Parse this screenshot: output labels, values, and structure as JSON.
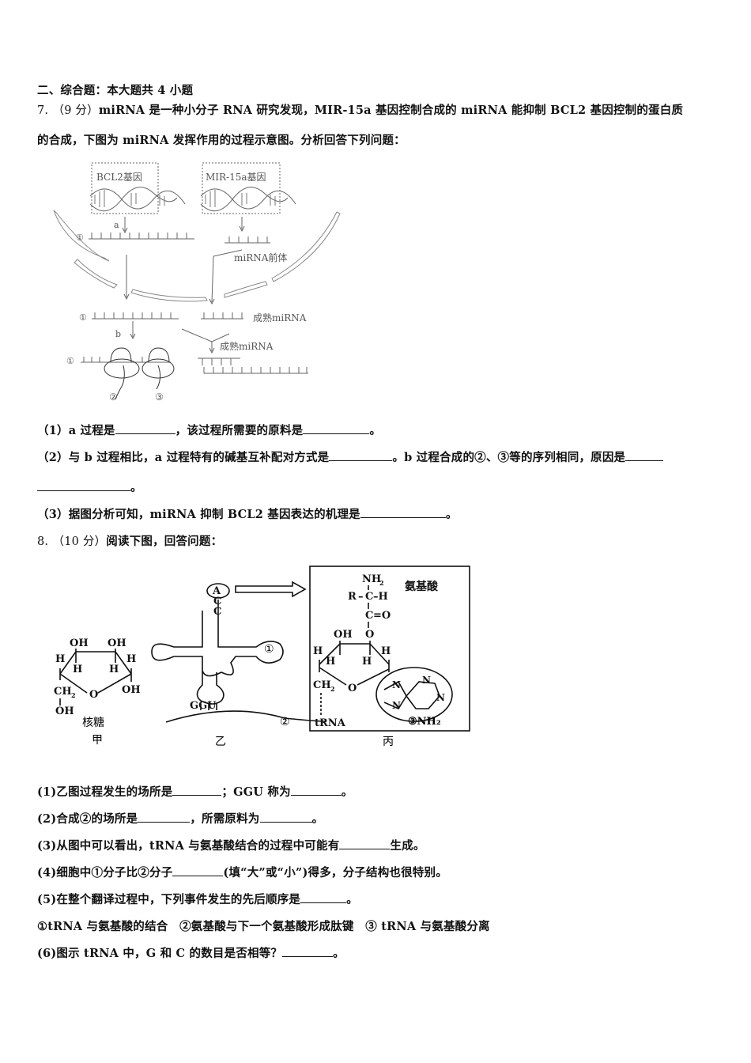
{
  "section": {
    "title": "二、综合题：本大题共 4 小题"
  },
  "q7": {
    "number": "7.",
    "score": "（9 分）",
    "stem_line1": "miRNA 是一种小分子 RNA 研究发现，MIR-15a 基因控制合成的 miRNA 能抑制 BCL2 基因控制的蛋白质",
    "stem_line2": "的合成，下图为 miRNA 发挥作用的过程示意图。分析回答下列问题：",
    "figure": {
      "gene_left": "BCL2基因",
      "gene_right": "MIR-15a基因",
      "label_a": "a",
      "label_b": "b",
      "label_1": "①",
      "label_2": "②",
      "label_3": "③",
      "precursor": "miRNA前体",
      "mature1": "成熟miRNA",
      "mature2": "成熟miRNA"
    },
    "sub1": {
      "prefix": "（1）a 过程是",
      "mid": "，该过程所需要的原料是",
      "end": "。"
    },
    "sub2": {
      "prefix": "（2）与 b 过程相比，a 过程特有的碱基互补配对方式是",
      "mid": "。b 过程合成的②、③等的序列相同，原因是",
      "end": "。"
    },
    "sub3": {
      "prefix": "（3）据图分析可知，miRNA 抑制 BCL2 基因表达的机理是",
      "end": "。"
    }
  },
  "q8": {
    "number": "8.",
    "score": "（10 分）",
    "stem": "阅读下图，回答问题：",
    "figure": {
      "jia_caption": "甲",
      "jia_name": "核糖",
      "yi_caption": "乙",
      "bing_caption": "丙",
      "anticodon": "GGU",
      "acc_a": "A",
      "acc_c1": "C",
      "acc_c2": "C",
      "mark1": "①",
      "mark2": "②",
      "mark3": "③NH₂",
      "amino_acid": "氨基酸",
      "trna": "tRNA"
    },
    "sub1": {
      "prefix": "(1)乙图过程发生的场所是",
      "mid": "；GGU 称为",
      "end": "。"
    },
    "sub2": {
      "prefix": "(2)合成②的场所是",
      "mid": "，所需原料为",
      "end": "。"
    },
    "sub3": {
      "prefix": "(3)从图中可以看出，tRNA 与氨基酸结合的过程中可能有",
      "end": "生成。"
    },
    "sub4": {
      "prefix": "(4)细胞中①分子比②分子",
      "end": "(填“大”或“小”)得多，分子结构也很特别。"
    },
    "sub5": {
      "prefix": "(5)在整个翻译过程中，下列事件发生的先后顺序是",
      "end": "。"
    },
    "options": "①tRNA 与氨基酸的结合　②氨基酸与下一个氨基酸形成肽键　③ tRNA 与氨基酸分离",
    "sub6": {
      "prefix": "(6)图示 tRNA 中，G 和 C 的数目是否相等？",
      "end": "。"
    }
  }
}
